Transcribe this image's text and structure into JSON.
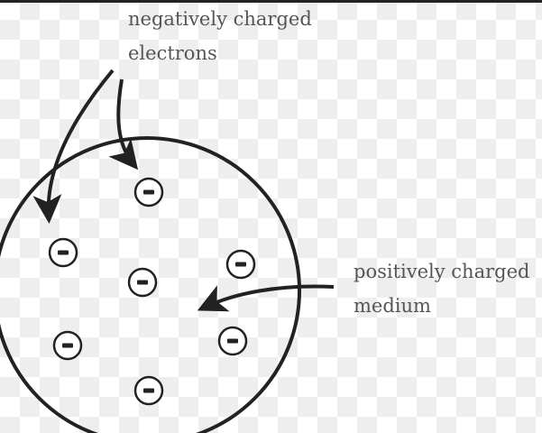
{
  "labels": {
    "electrons_line1": "negatively charged",
    "electrons_line2": "electrons",
    "medium_line1": "positively charged",
    "medium_line2": "medium"
  },
  "electron_symbol": "−",
  "colors": {
    "stroke": "#222222",
    "text": "#555555"
  }
}
